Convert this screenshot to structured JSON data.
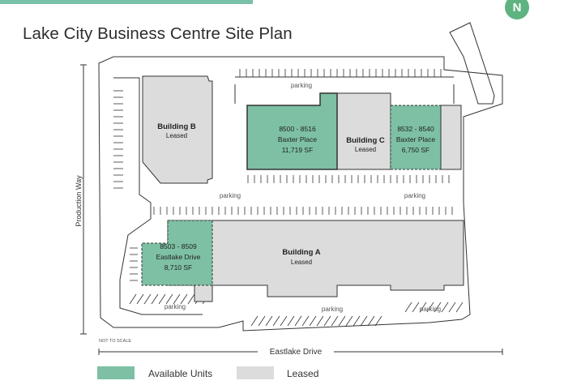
{
  "page": {
    "title": "Lake City Business Centre Site Plan",
    "compass_label": "N",
    "not_to_scale": "NOT TO SCALE"
  },
  "colors": {
    "available": "#7dc0a4",
    "leased": "#dcdcdc",
    "outline": "#333333",
    "accent": "#79c1a6"
  },
  "streets": {
    "production_way": "Production Way",
    "eastlake_drive": "Eastlake Drive"
  },
  "parking_label": "parking",
  "buildings": {
    "b": {
      "name": "Building B",
      "status": "Leased"
    },
    "c": {
      "name": "Building C",
      "status": "Leased"
    },
    "a": {
      "name": "Building A",
      "status": "Leased"
    }
  },
  "units": {
    "baxter_8500": {
      "address": "8500 - 8516",
      "street": "Baxter Place",
      "size": "11,719 SF"
    },
    "baxter_8532": {
      "address": "8532 - 8540",
      "street": "Baxter Place",
      "size": "6,750 SF"
    },
    "eastlake_8503": {
      "address": "8503 - 8509",
      "street": "Eastlake Drive",
      "size": "8,710 SF"
    }
  },
  "legend": {
    "available": "Available Units",
    "leased": "Leased"
  }
}
